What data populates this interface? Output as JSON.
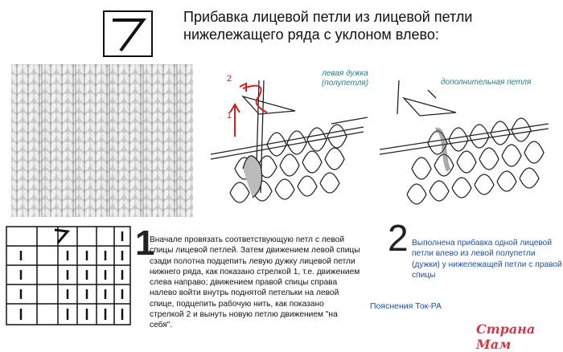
{
  "title": "Прибавка лицевой петли из лицевой петли нижележащего ряда с уклоном влево:",
  "labels": {
    "left_loop": "левая дужка (полупетля)",
    "extra_loop": "дополнительная петля",
    "arrow1": "1",
    "arrow2": "2"
  },
  "steps": [
    {
      "number": "1",
      "text": "Вначале провязать соответствующую петл с левой спицы лицевой петлей. Затем движением левой спицы сзади полотна подцепить левую дужку лицевой петли нижнего  ряда, как показано стрелкой 1, т.е. движением слева направо; движением правой спицы справа налево войти внутрь поднятой петельки на левой спице, подцепить рабочую нить, как показано стрелкой 2 и вынуть новую петлю движением \"на себя\"."
    },
    {
      "number": "2",
      "text": "Выполнена прибавка одной лицевой петли влево из левой полупетли (дужки) у нижележащей петли с правой спицы"
    }
  ],
  "author": "Пояснения Ток-РА",
  "watermark": "Страна Мам",
  "colors": {
    "accent_red": "#d42020",
    "label_teal": "#2a7d8a",
    "text_blue": "#1d4f9a",
    "watermark": "#d23a4a"
  }
}
